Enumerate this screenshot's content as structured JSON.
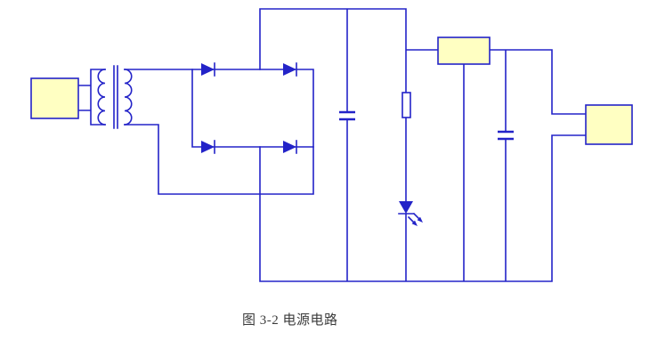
{
  "figure": {
    "caption": "图 3-2 电源电路",
    "colors": {
      "wire": "#2323c8",
      "component_fill": "#ffffc2",
      "background": "#ffffff",
      "caption_text": "#3b3b3b"
    },
    "components": [
      {
        "name": "ac-source-module",
        "type": "module-box"
      },
      {
        "name": "input-connector",
        "type": "connector"
      },
      {
        "name": "transformer",
        "type": "transformer"
      },
      {
        "name": "bridge-rectifier",
        "type": "diode-bridge",
        "diode_count": 4
      },
      {
        "name": "filter-capacitor-1",
        "type": "capacitor"
      },
      {
        "name": "series-resistor",
        "type": "resistor"
      },
      {
        "name": "indicator-led",
        "type": "led"
      },
      {
        "name": "voltage-regulator",
        "type": "module-box"
      },
      {
        "name": "filter-capacitor-2",
        "type": "capacitor"
      },
      {
        "name": "output-load-module",
        "type": "module-box"
      }
    ]
  }
}
